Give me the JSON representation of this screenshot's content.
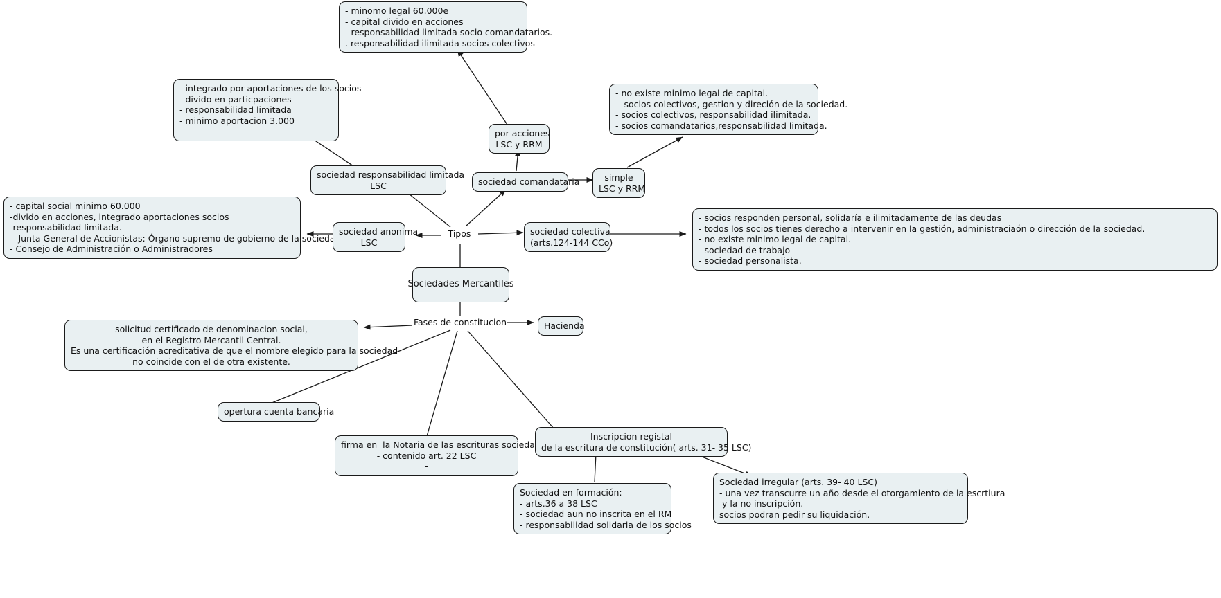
{
  "title": "Sociedades Mercantiles",
  "colors": {
    "node_fill": "#e9f0f2",
    "node_border": "#1a1a1a",
    "link": "#1a1a1a",
    "background": "#ffffff",
    "text": "#111111"
  },
  "nodes": {
    "root": "Sociedades Mercantiles",
    "tipos": "Tipos",
    "fases": "Fases de constitucion",
    "sociedad_anonima": "sociedad anonima\nLSC",
    "sociedad_anonima_detalle": "- capital social minimo 60.000\n-divido en acciones, integrado aportaciones socios\n-responsabilidad limitada.\n-  Junta General de Accionistas: Órgano supremo de gobierno de la sociedad.\n- Consejo de Administración o Administradores",
    "sociedad_rl": "sociedad responsabilidad limitada\nLSC",
    "sociedad_rl_detalle": "- integrado por aportaciones de los socios\n- divido en particpaciones\n- responsabilidad limitada\n- minimo aportacion 3.000\n-",
    "sociedad_comandataria": "sociedad comandataria",
    "por_acciones": "por acciones\nLSC y RRM",
    "por_acciones_detalle": "- minomo legal 60.000e\n- capital divido en acciones\n- responsabilidad limitada socio comandatarios.\n. responsabilidad ilimitada socios colectivos",
    "simple": "simple\nLSC y RRM",
    "simple_detalle": "- no existe minimo legal de capital.\n-  socios colectivos, gestion y direción de la sociedad.\n- socios colectivos, responsabilidad ilimitada.\n- socios comandatarios,responsabilidad limitada.",
    "sociedad_colectiva": "sociedad colectiva\n(arts.124-144 CCo)",
    "sociedad_colectiva_detalle": "- socios responden personal, solidaría e ilimitadamente de las deudas\n- todos los socios tienes derecho a intervenir en la gestión, administraciaón o dirección de la sociedad.\n- no existe minimo legal de capital.\n- sociedad de trabajo\n- sociedad personalista.",
    "hacienda": "Hacienda",
    "certificado_denominacion": "solicitud certificado de denominacion social,\nen el Registro Mercantil Central.\nEs una certificación acreditativa de que el nombre elegido para la sociedad\nno coincide con el de otra existente.",
    "cuenta_bancaria": "opertura cuenta bancaria",
    "notaria": "firma en  la Notaria de las escrituras sociedad.\n- contenido art. 22 LSC\n-",
    "inscripcion_registal": "Inscripcion registal\nde la escritura de constitución( arts. 31- 35 LSC)",
    "sociedad_formacion": "Sociedad en formación:\n- arts.36 a 38 LSC\n- sociedad aun no inscrita en el RM\n- responsabilidad solidaria de los socios",
    "sociedad_irregular": "Sociedad irregular (arts. 39- 40 LSC)\n- una vez transcurre un año desde el otorgamiento de la escrtiura\n y la no inscripción.\nsocios podran pedir su liquidación."
  }
}
